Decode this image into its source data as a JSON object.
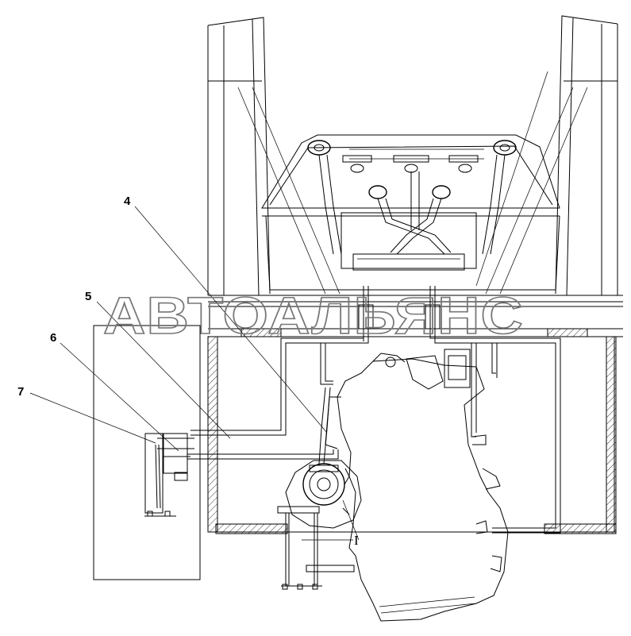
{
  "watermark": "АВТОАЛЬЯНС",
  "callouts": [
    "4",
    "5",
    "6",
    "7"
  ],
  "section_mark": "I",
  "colors": {
    "line": "#000000",
    "watermark": "#777777",
    "background": "#ffffff"
  }
}
